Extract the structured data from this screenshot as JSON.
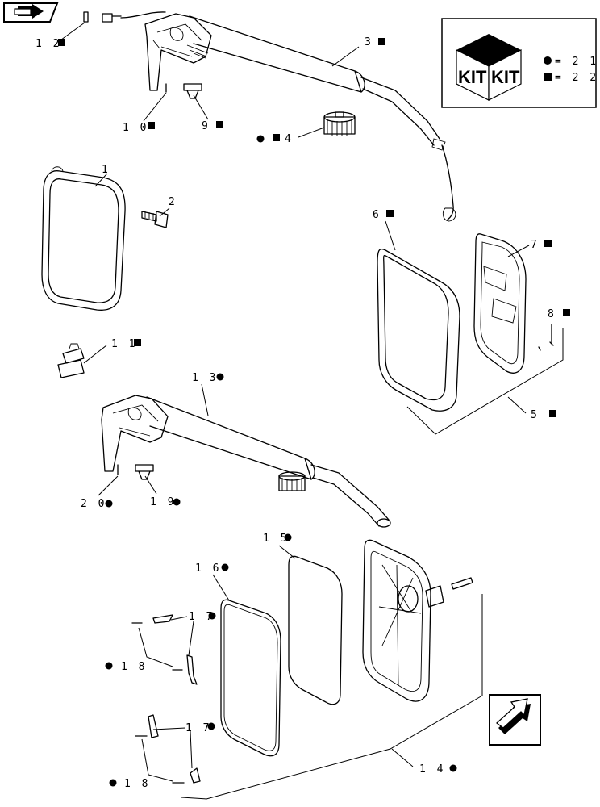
{
  "legend": {
    "kit_label_left": "KIT",
    "kit_label_right": "KIT",
    "circle_kit": "= 2 1",
    "square_kit": "= 2 2"
  },
  "callouts": {
    "c1": "1",
    "c2": "2",
    "c3": "3",
    "c4": "4",
    "c5": "5",
    "c6": "6",
    "c7": "7",
    "c8": "8",
    "c9": "9",
    "c10": "1 0",
    "c11": "1 1",
    "c12": "1 2",
    "c13": "1 3",
    "c14": "1 4",
    "c15": "1 5",
    "c16": "1 6",
    "c17a": "1 7",
    "c17b": "1 7",
    "c18a": "1 8",
    "c18b": "1 8",
    "c19": "1 9",
    "c20": "2 0"
  },
  "nav": {
    "back_icon": "back-arrow-icon",
    "next_icon": "next-arrow-icon"
  }
}
